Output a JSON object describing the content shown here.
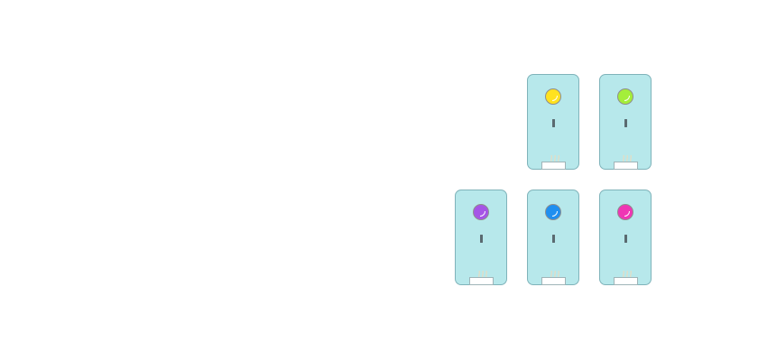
{
  "cards": [
    {
      "id": "yellow",
      "orb_color": "#ffe21f"
    },
    {
      "id": "lime",
      "orb_color": "#a4ee3a"
    },
    {
      "id": "purple",
      "orb_color": "#a555e6"
    },
    {
      "id": "blue",
      "orb_color": "#1f8ff0"
    },
    {
      "id": "magenta",
      "orb_color": "#ef36b4"
    }
  ],
  "colors": {
    "card_fill": "#b7e8eb",
    "card_border": "#7fb3ba",
    "tray": "#ffffff",
    "slot": "#5a6a70",
    "steam": "#e6dcc2"
  },
  "icons": {
    "orb": "orb-icon",
    "slot": "slot-icon",
    "steam": "steam-icon",
    "tray": "tray-icon"
  }
}
